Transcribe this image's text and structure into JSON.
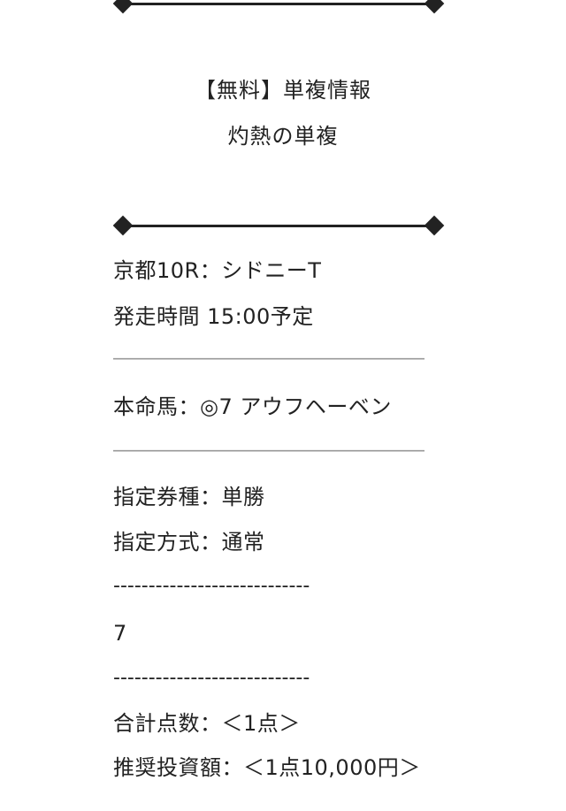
{
  "header": {
    "title": "【無料】単複情報",
    "subtitle": "灼熱の単複"
  },
  "race": {
    "venue_line": "京都10R：シドニーT",
    "start_time": "発走時間 15:00予定"
  },
  "separator_long": "――――――――――――――――",
  "pick": {
    "main_horse": "本命馬：◎7 アウフヘーベン"
  },
  "bet": {
    "ticket_type": "指定券種：単勝",
    "method": "指定方式：通常"
  },
  "separator_dash": "----------------------------",
  "selection": "7",
  "summary": {
    "total_points": "合計点数：＜1点＞",
    "recommended_amount": "推奨投資額：＜1点10,000円＞"
  }
}
